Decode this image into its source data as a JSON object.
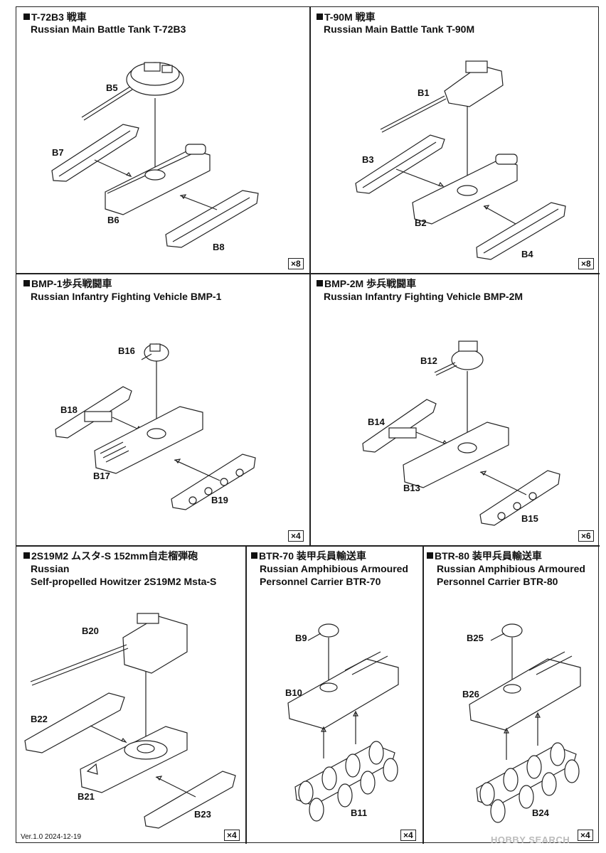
{
  "panels": [
    {
      "title": "T-72B3 戦車",
      "subtitle": "Russian Main Battle Tank T-72B3",
      "qty": "×8",
      "parts": [
        "B5",
        "B7",
        "B6",
        "B8"
      ]
    },
    {
      "title": "T-90M 戦車",
      "subtitle": "Russian Main Battle Tank T-90M",
      "qty": "×8",
      "parts": [
        "B1",
        "B3",
        "B2",
        "B4"
      ]
    },
    {
      "title": "BMP-1歩兵戦闘車",
      "subtitle": "Russian Infantry Fighting Vehicle BMP-1",
      "qty": "×4",
      "parts": [
        "B16",
        "B18",
        "B17",
        "B19"
      ]
    },
    {
      "title": "BMP-2M 歩兵戦闘車",
      "subtitle": "Russian Infantry Fighting Vehicle BMP-2M",
      "qty": "×6",
      "parts": [
        "B12",
        "B14",
        "B13",
        "B15"
      ]
    },
    {
      "title": "2S19M2 ムスタ-S 152mm自走榴弾砲",
      "subtitle": "Russian",
      "subtitle2": "Self-propelled Howitzer 2S19M2 Msta-S",
      "qty": "×4",
      "parts": [
        "B20",
        "B22",
        "B21",
        "B23"
      ]
    },
    {
      "title": "BTR-70 装甲兵員輸送車",
      "subtitle": "Russian Amphibious Armoured",
      "subtitle2": "Personnel Carrier BTR-70",
      "qty": "×4",
      "parts": [
        "B9",
        "B10",
        "B11"
      ]
    },
    {
      "title": "BTR-80 装甲兵員輸送車",
      "subtitle": "Russian Amphibious Armoured",
      "subtitle2": "Personnel Carrier BTR-80",
      "qty": "×4",
      "parts": [
        "B25",
        "B26",
        "B24"
      ]
    }
  ],
  "footer": {
    "version": "Ver.1.0  2024-12-19",
    "watermark": "HOBBY SEARCH"
  }
}
